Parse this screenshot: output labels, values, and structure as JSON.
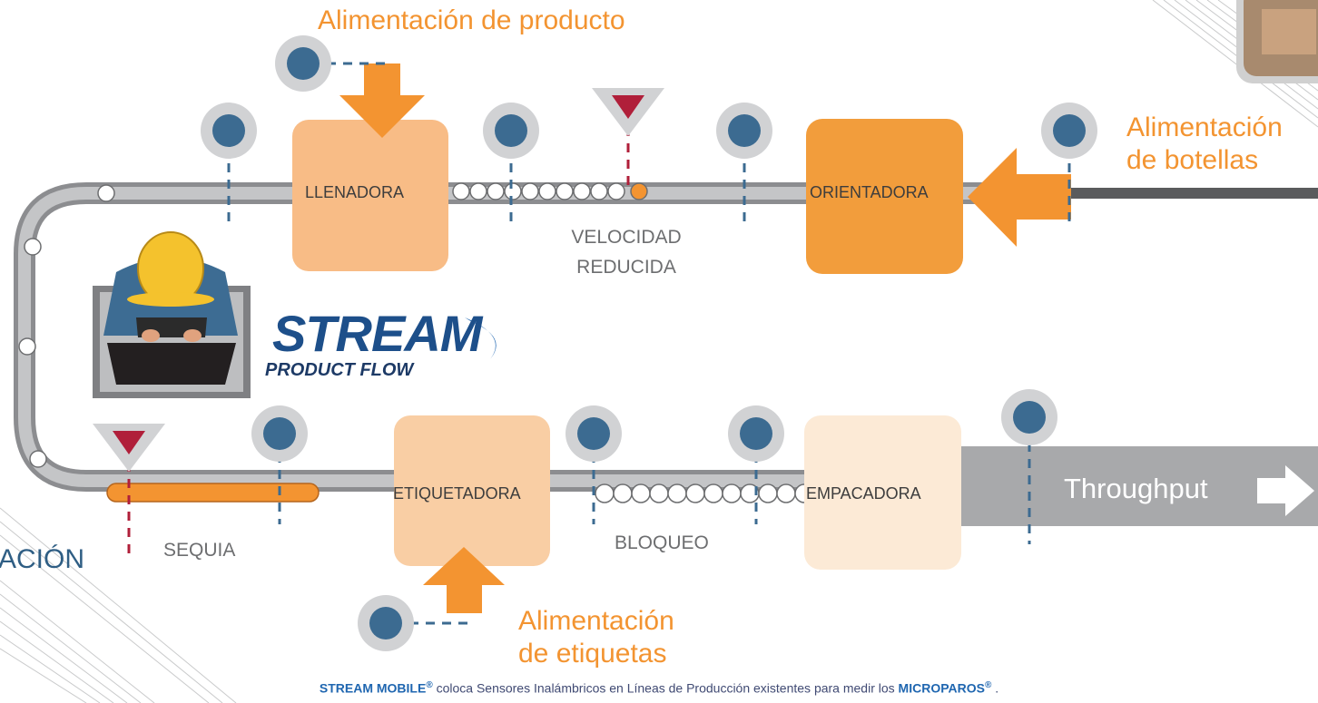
{
  "titles": {
    "product_feed": "Alimentación de producto",
    "bottle_feed_1": "Alimentación",
    "bottle_feed_2": "de botellas",
    "label_feed_1": "Alimentación",
    "label_feed_2": "de etiquetas"
  },
  "machines": {
    "filler": "LLENADORA",
    "orienter": "ORIENTADORA",
    "labeler": "ETIQUETADORA",
    "packer": "EMPACADORA"
  },
  "states": {
    "reduced_speed_1": "VELOCIDAD",
    "reduced_speed_2": "REDUCIDA",
    "drought": "SEQUIA",
    "blockage": "BLOQUEO"
  },
  "throughput": "Throughput",
  "logo": {
    "main": "STREAM",
    "sub": "PRODUCT FLOW"
  },
  "cropped_text": "ACIÓN",
  "footer": {
    "brand": "STREAM MOBILE",
    "reg1": "®",
    "text": " coloca Sensores Inalámbricos en Líneas de Producción existentes para medir los ",
    "term": "MICROPAROS",
    "reg2": "®",
    "end": " ."
  },
  "colors": {
    "orange": "#f39431",
    "sensor_blue": "#3c6b91",
    "belt_gray": "#a8a9ab",
    "alert_red": "#b01f3a",
    "text_blue": "#2f5e84"
  }
}
